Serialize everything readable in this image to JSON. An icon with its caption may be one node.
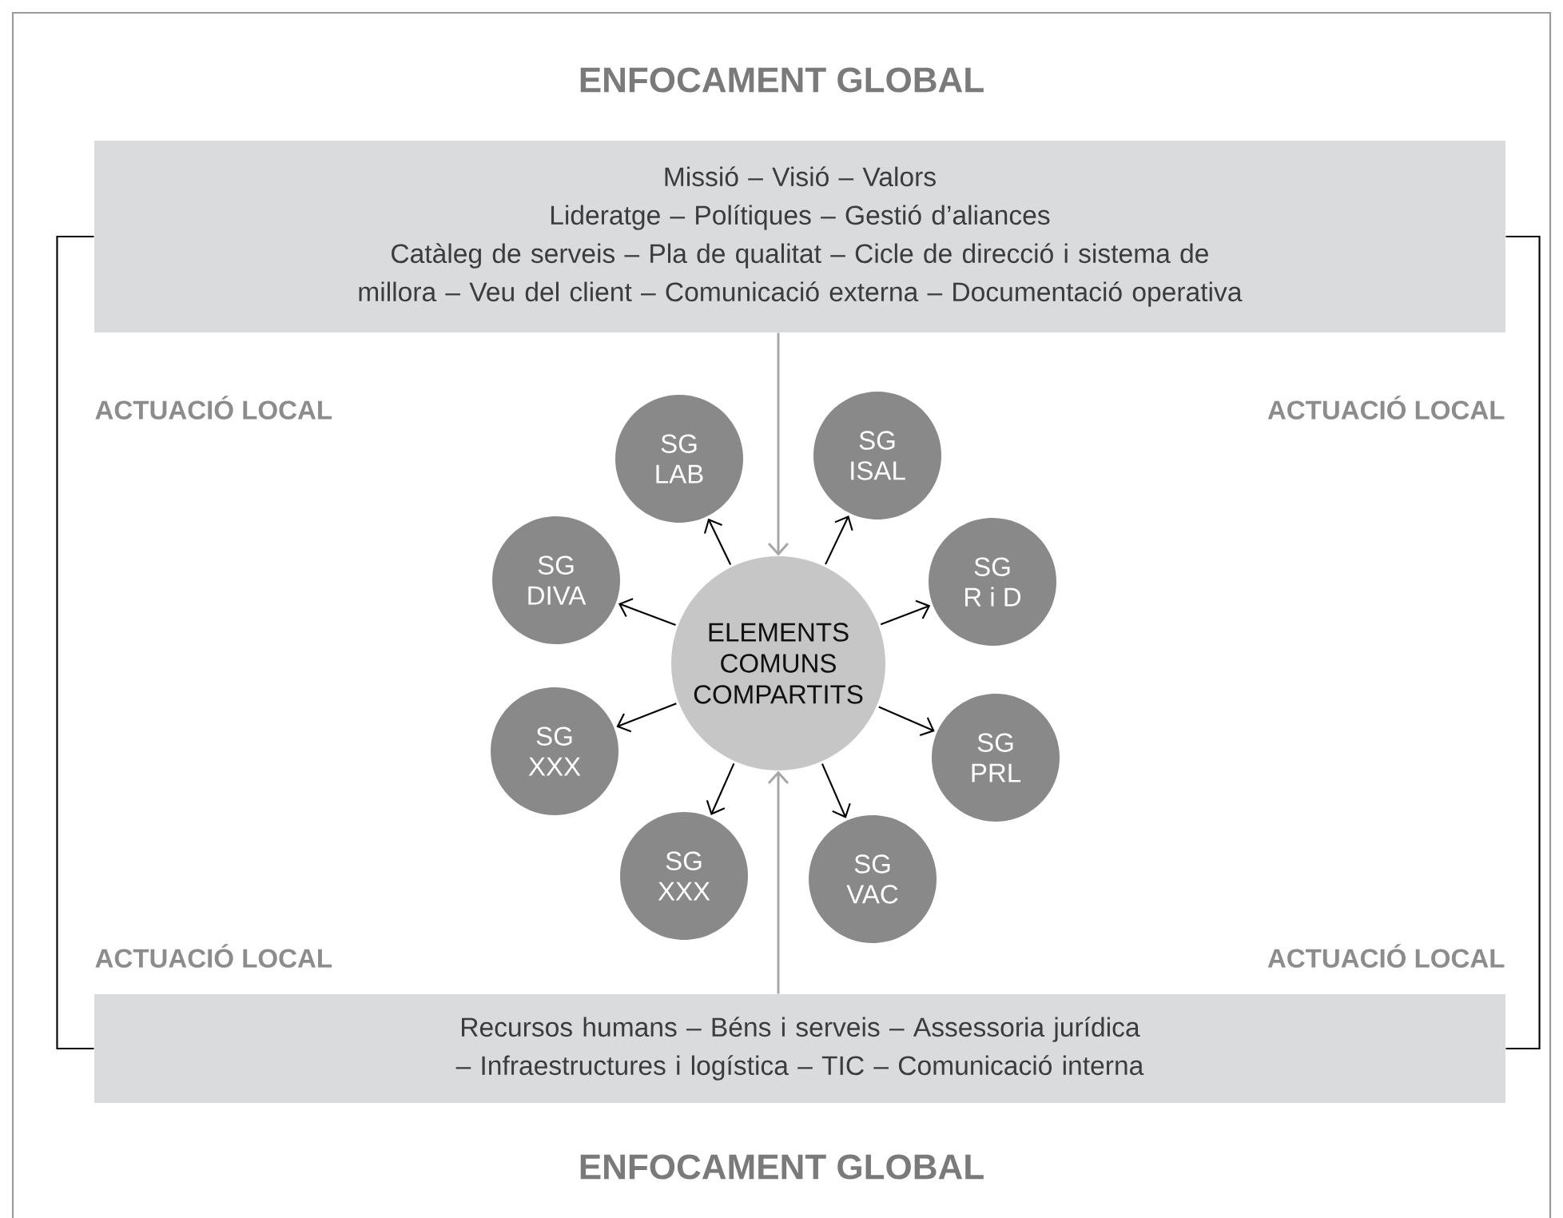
{
  "diagram": {
    "title": "ENFOCAMENT GLOBAL",
    "nodes": [
      {
        "text": [
          "Missió – Visió – Valors",
          "Lideratge – Polítiques – Gestió d’aliances",
          "Catàleg de serveis – Pla de qualitat – Cicle de direcció i sistema de millora – Veu del client – Comunicació externa – Documentació operativa"
        ]
      },
      {
        "text": [
          "ELEMENTS COMUNS COMPARTITS"
        ]
      },
      {
        "text": [
          "SG",
          "LAB"
        ]
      },
      {
        "text": [
          "SG",
          "ISAL"
        ]
      },
      {
        "text": [
          "SG",
          "DIVA"
        ]
      },
      {
        "text": [
          "SG",
          "R i D"
        ]
      },
      {
        "text": [
          "SG",
          "XXX"
        ]
      },
      {
        "text": [
          "SG",
          "PRL"
        ]
      },
      {
        "text": [
          "SG",
          "XXX"
        ]
      },
      {
        "text": [
          "SG",
          "VAC"
        ]
      },
      {
        "text": [
          "Recursos humans – Béns i serveis – Assessoria jurídica – Infraestructures i logística – TIC – Comunicació interna"
        ]
      }
    ],
    "edges": [
      {
        "from": 0,
        "to": 1,
        "arrow": "to",
        "color": "#a6a6a6"
      },
      {
        "from": 10,
        "to": 1,
        "arrow": "to",
        "color": "#a6a6a6"
      },
      {
        "from": 1,
        "to": 2,
        "arrow": "to"
      },
      {
        "from": 1,
        "to": 3,
        "arrow": "to"
      },
      {
        "from": 1,
        "to": 4,
        "arrow": "to"
      },
      {
        "from": 1,
        "to": 5,
        "arrow": "to"
      },
      {
        "from": 1,
        "to": 6,
        "arrow": "to"
      },
      {
        "from": 1,
        "to": 7,
        "arrow": "to"
      },
      {
        "from": 1,
        "to": 8,
        "arrow": "to"
      },
      {
        "from": 1,
        "to": 9,
        "arrow": "to"
      },
      {
        "from": 0,
        "to": 10,
        "arrow": "none"
      },
      {
        "from": 0,
        "to": 10,
        "arrow": "none"
      }
    ],
    "labels": [
      "ACTUACIÓ LOCAL",
      "ACTUACIÓ LOCAL",
      "ACTUACIÓ LOCAL",
      "ACTUACIÓ LOCAL",
      "ENFOCAMENT GLOBAL"
    ]
  }
}
